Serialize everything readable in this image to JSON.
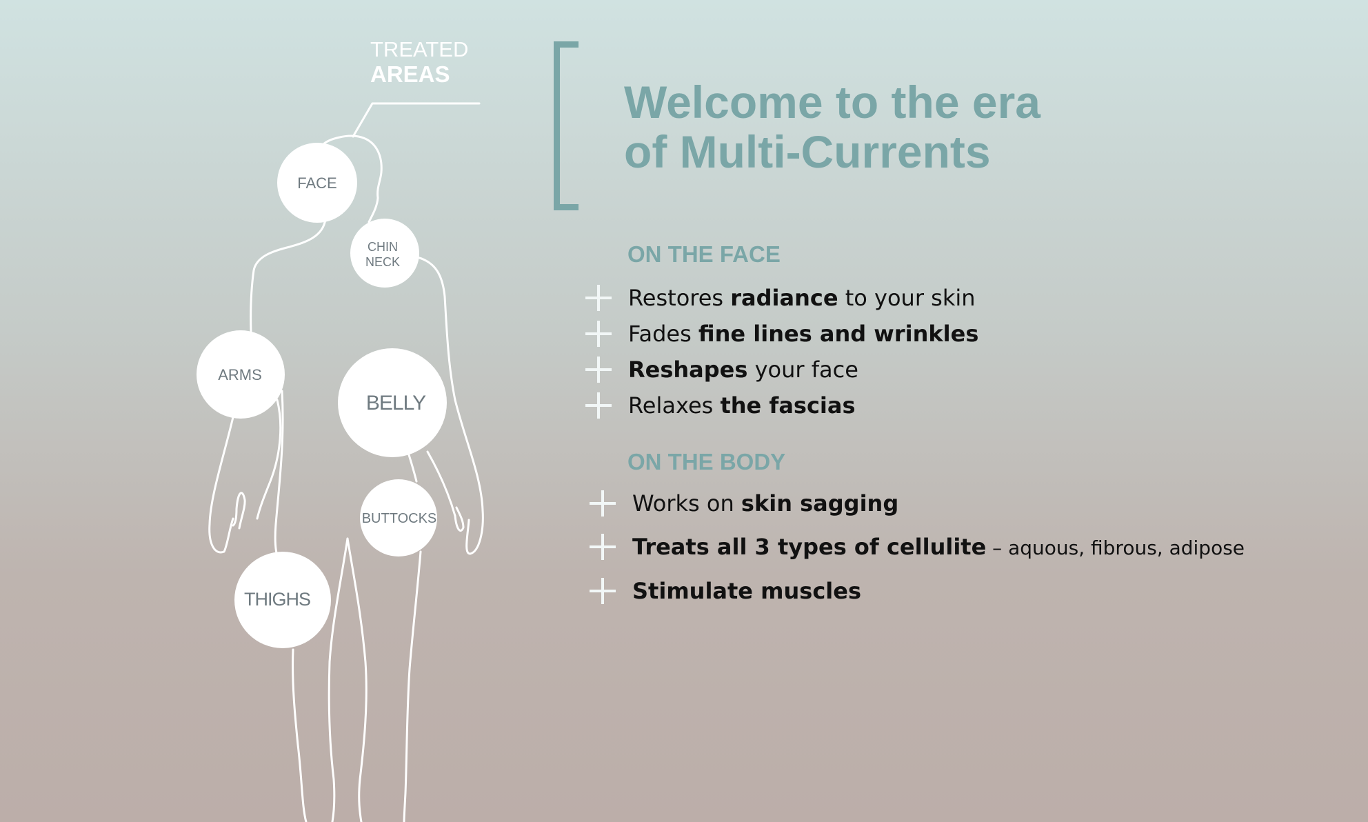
{
  "treated": {
    "line1": "TREATED",
    "line2": "AREAS"
  },
  "zones": {
    "face": "FACE",
    "chin_line1": "CHIN",
    "chin_line2": "NECK",
    "arms": "ARMS",
    "belly": "BELLY",
    "buttocks": "BUTTOCKS",
    "thighs": "THIGHS"
  },
  "headline": {
    "line1": "Welcome to the era",
    "line2": "of Multi-Currents"
  },
  "face_section": {
    "title": "ON THE FACE",
    "items": [
      {
        "pre": "Restores ",
        "bold": "radiance",
        "post": " to your skin"
      },
      {
        "pre": "Fades ",
        "bold": "fine lines and wrinkles",
        "post": ""
      },
      {
        "pre": "",
        "bold": "Reshapes",
        "post": " your face"
      },
      {
        "pre": "Relaxes ",
        "bold": "the fascias",
        "post": ""
      }
    ]
  },
  "body_section": {
    "title": "ON THE BODY",
    "items": [
      {
        "pre": "Works on ",
        "bold": "skin sagging",
        "post": ""
      },
      {
        "pre": "",
        "bold": "Treats all 3 types of cellulite",
        "post": " – aquous, fibrous, adipose"
      },
      {
        "pre": "",
        "bold": "Stimulate muscles",
        "post": ""
      }
    ]
  },
  "colors": {
    "accent": "#7aa6a7",
    "text": "#111111",
    "label": "#6f7a80",
    "outline": "#ffffff"
  }
}
